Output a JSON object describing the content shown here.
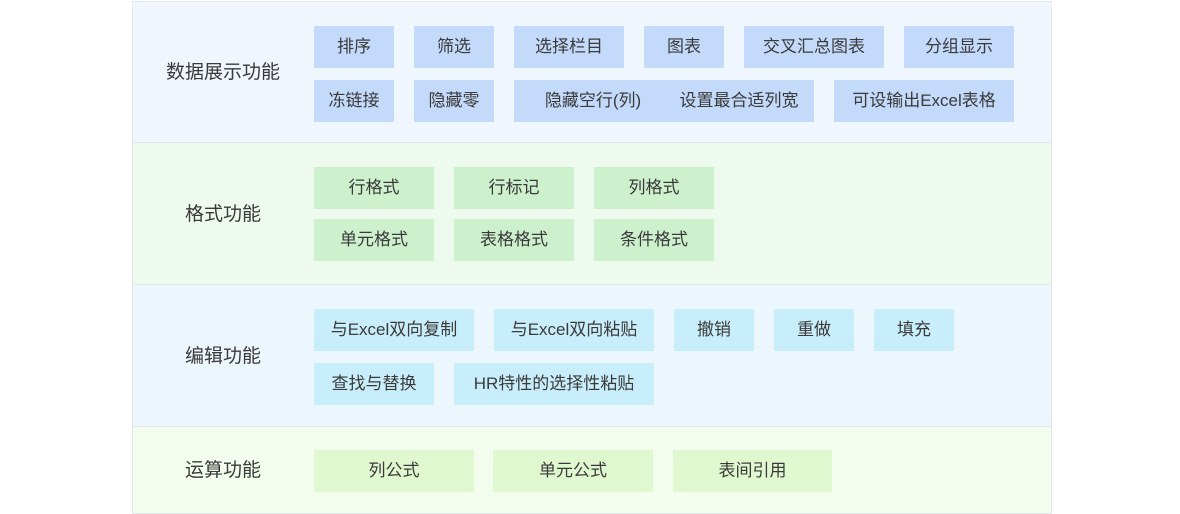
{
  "sections": [
    {
      "title": "数据展示功能",
      "items": [
        "排序",
        "筛选",
        "选择栏目",
        "图表",
        "交叉汇总图表",
        "分组显示",
        "冻链接",
        "隐藏零",
        "隐藏空行(列)",
        "设置最合适列宽",
        "可设输出Excel表格"
      ]
    },
    {
      "title": "格式功能",
      "items": [
        "行格式",
        "行标记",
        "列格式",
        "单元格式",
        "表格格式",
        "条件格式"
      ]
    },
    {
      "title": "编辑功能",
      "items": [
        "与Excel双向复制",
        "与Excel双向粘贴",
        "撤销",
        "重做",
        "填充",
        "查找与替换",
        "HR特性的选择性粘贴"
      ]
    },
    {
      "title": "运算功能",
      "items": [
        "列公式",
        "单元公式",
        "表间引用"
      ]
    }
  ],
  "colors": {
    "display_bg": "#eff6fe",
    "display_chip": "#c3dafa",
    "format_bg": "#eefaee",
    "format_chip": "#cdf0cd",
    "edit_bg": "#ecf7fd",
    "edit_chip": "#c9eefb",
    "calc_bg": "#f3fdee",
    "calc_chip": "#e0f8d0"
  }
}
